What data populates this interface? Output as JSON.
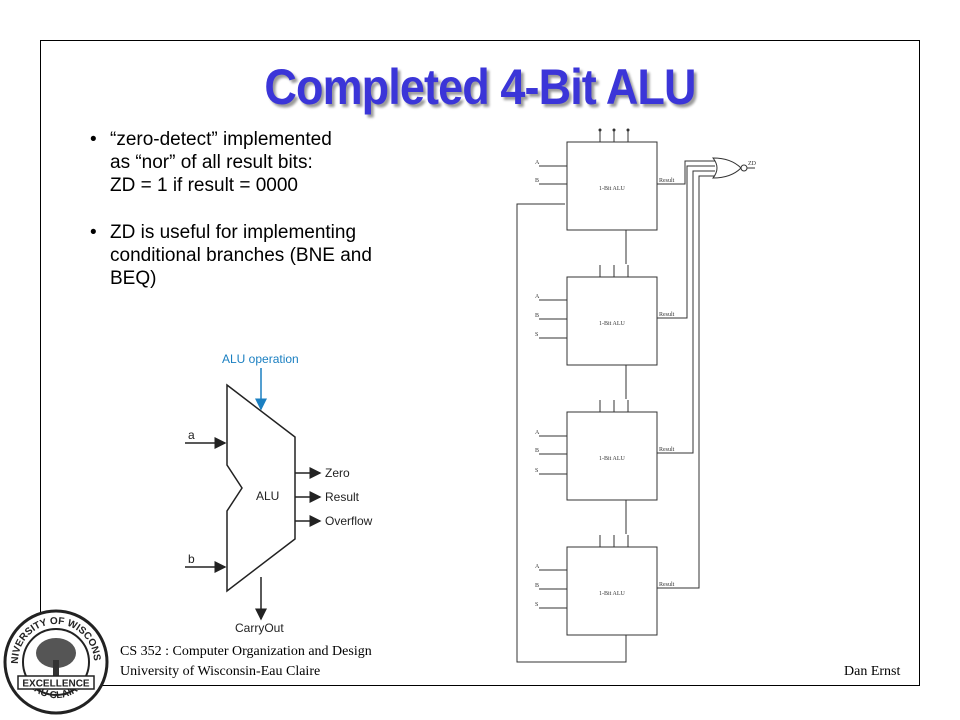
{
  "slide": {
    "title": "Completed 4-Bit ALU",
    "bullets": [
      {
        "lines": [
          "“zero-detect” implemented",
          "as “nor” of all result bits:",
          "ZD = 1 if result = 0000"
        ]
      },
      {
        "lines": [
          "ZD is useful for implementing",
          "conditional branches (BNE and",
          "BEQ)"
        ]
      }
    ]
  },
  "alu_symbol": {
    "operation_label": "ALU operation",
    "input_a": "a",
    "input_b": "b",
    "center_label": "ALU",
    "outputs": [
      "Zero",
      "Result",
      "Overflow"
    ],
    "carry_out": "CarryOut",
    "accent_color": "#1a7fc1"
  },
  "circuit": {
    "stage_label": "1-Bit ALU",
    "result_label": "Result",
    "zd_label": "ZD",
    "pin_a": "A",
    "pin_b": "B",
    "pin_s": "S"
  },
  "footer": {
    "course": "CS 352 : Computer Organization and Design",
    "school": "University of Wisconsin-Eau Claire",
    "author": "Dan Ernst"
  },
  "logo": {
    "text_top": "UNIVERSITY OF WISCONSIN",
    "text_mid": "EXCELLENCE",
    "text_bottom": "EAU CLAIRE"
  }
}
